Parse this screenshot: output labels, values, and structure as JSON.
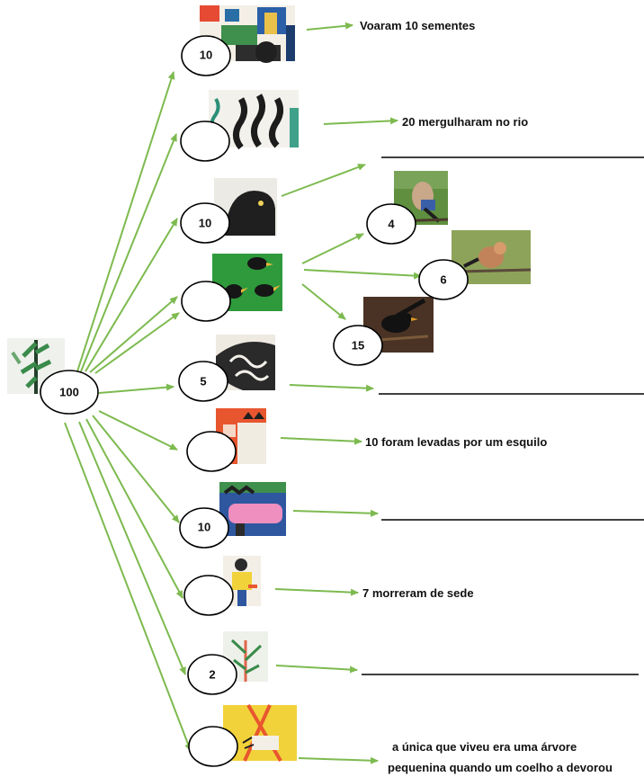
{
  "root": {
    "number": "100"
  },
  "branches": [
    {
      "id": "b1",
      "number": "10",
      "result": "Voaram 10 sementes"
    },
    {
      "id": "b2",
      "number": "",
      "result": "20 mergulharam no rio"
    },
    {
      "id": "b3",
      "number": "10",
      "result": ""
    },
    {
      "id": "b4",
      "number": "",
      "result": ""
    },
    {
      "id": "b5",
      "number": "5",
      "result": ""
    },
    {
      "id": "b6",
      "number": "",
      "result": "10 foram levadas por um esquilo"
    },
    {
      "id": "b7",
      "number": "10",
      "result": ""
    },
    {
      "id": "b8",
      "number": "",
      "result": "7 morreram de sede"
    },
    {
      "id": "b9",
      "number": "2",
      "result": ""
    },
    {
      "id": "b10",
      "number": "",
      "result": ""
    }
  ],
  "birds": [
    {
      "number": "4"
    },
    {
      "number": "6"
    },
    {
      "number": "15"
    }
  ],
  "final_caption": {
    "line1": "a única que viveu era uma árvore",
    "line2": "pequenina quando um coelho a devorou"
  },
  "colors": {
    "arrow": "#7dba4f",
    "bird_green": "#2f9a3c",
    "orange": "#e8562f",
    "pink": "#ee8fc0",
    "yellow": "#f1d23a"
  }
}
